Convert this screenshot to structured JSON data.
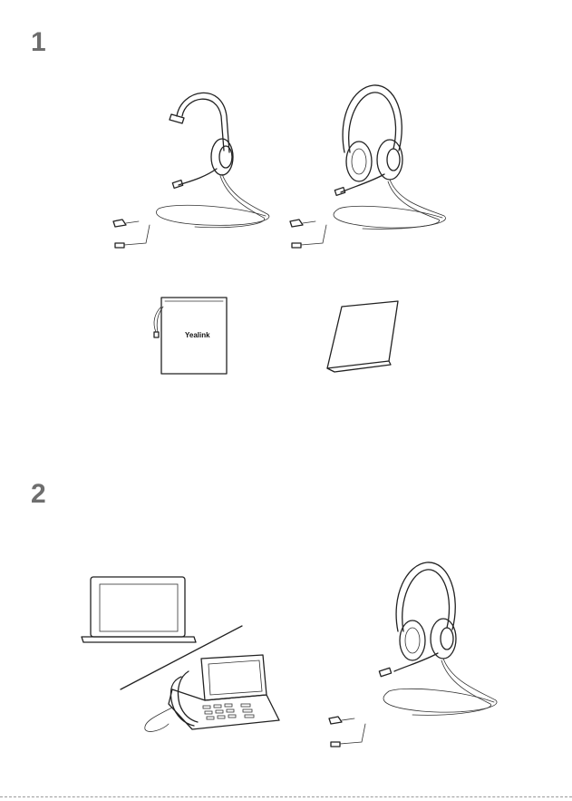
{
  "steps": [
    {
      "number": "1"
    },
    {
      "number": "2"
    }
  ],
  "package_contents": {
    "items": [
      {
        "icon": "mono-headset-icon"
      },
      {
        "icon": "stereo-headset-icon"
      },
      {
        "icon": "carrying-pouch-icon",
        "brand": "Yealink"
      },
      {
        "icon": "quick-start-guide-icon"
      }
    ]
  },
  "connection": {
    "items": [
      {
        "icon": "laptop-icon"
      },
      {
        "icon": "desk-phone-icon"
      },
      {
        "icon": "stereo-headset-icon"
      }
    ]
  }
}
